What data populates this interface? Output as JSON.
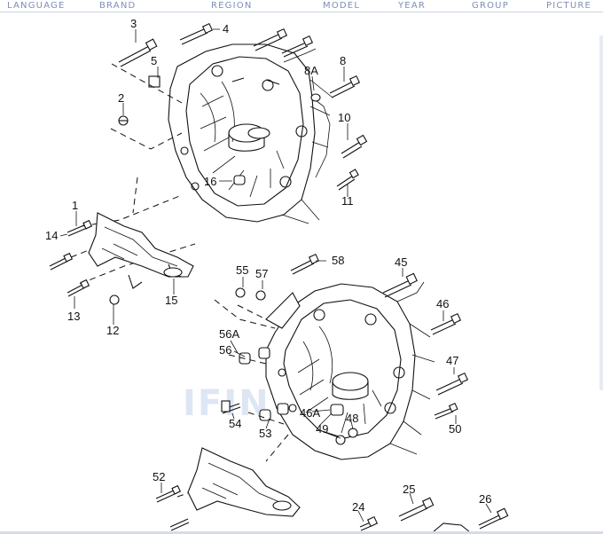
{
  "nav": {
    "items": [
      "LANGUAGE",
      "BRAND",
      "REGION",
      "MODEL",
      "YEAR",
      "GROUP",
      "PICTURE"
    ]
  },
  "watermark": "IFINT",
  "callouts": {
    "c1": "1",
    "c2": "2",
    "c3": "3",
    "c4": "4",
    "c5": "5",
    "c8": "8",
    "c8a": "8A",
    "c10": "10",
    "c11": "11",
    "c12": "12",
    "c13": "13",
    "c14": "14",
    "c15": "15",
    "c16": "16",
    "c24": "24",
    "c25": "25",
    "c26": "26",
    "c45": "45",
    "c46": "46",
    "c46a": "46A",
    "c47": "47",
    "c48": "48",
    "c49": "49",
    "c50": "50",
    "c52": "52",
    "c53": "53",
    "c54": "54",
    "c55": "55",
    "c56": "56",
    "c56a": "56A",
    "c57": "57",
    "c58": "58"
  }
}
